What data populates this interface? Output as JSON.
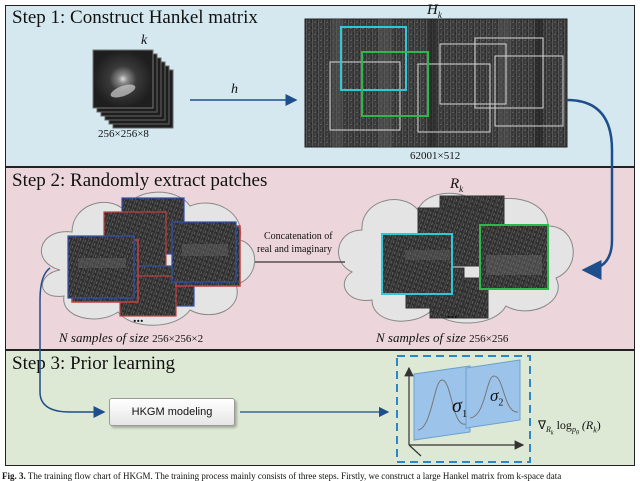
{
  "step1": {
    "title": "Step 1: Construct Hankel matrix",
    "k_label": "k",
    "k_size": "256×256×8",
    "h_label": "h",
    "hk_label": "H",
    "hk_sub": "k",
    "hk_size": "62001×512"
  },
  "step2": {
    "title": "Step 2: Randomly extract patches",
    "rk_label": "R",
    "rk_sub": "k",
    "concat_line1": "Concatenation of",
    "concat_line2": "real and imaginary",
    "dots": "...",
    "left_samples_n": "N",
    "left_samples_text": " samples of size ",
    "left_samples_size": "256×256×2",
    "right_samples_n": "N",
    "right_samples_text": " samples of size ",
    "right_samples_size": "256×256"
  },
  "step3": {
    "title": "Step 3: Prior learning",
    "model_button": "HKGM modeling",
    "sigma1": "σ",
    "sigma1_sub": "1",
    "sigma2": "σ",
    "sigma2_sub": "2",
    "grad_nabla": "∇",
    "grad_sub": "R",
    "grad_subsub": "k",
    "grad_log": "log",
    "grad_p": "p",
    "grad_theta": "θ",
    "grad_arg": "(R",
    "grad_arg_sub": "k",
    "grad_close": ")"
  },
  "caption": {
    "bold": "Fig. 3.",
    "text": " The training flow chart of HKGM. The training process mainly consists of three steps. Firstly, we construct a large Hankel matrix from k-space data"
  },
  "colors": {
    "panel1_bg": "#d5e8f0",
    "panel2_bg": "#ecd6dc",
    "panel3_bg": "#dde9d4",
    "arrow": "#1f4e8c",
    "cyan_box": "#2ec8d8",
    "green_box": "#2fb84a",
    "blue_frame": "#3050b0",
    "red_frame": "#c04040",
    "dist_blue": "#9cc4ea"
  }
}
